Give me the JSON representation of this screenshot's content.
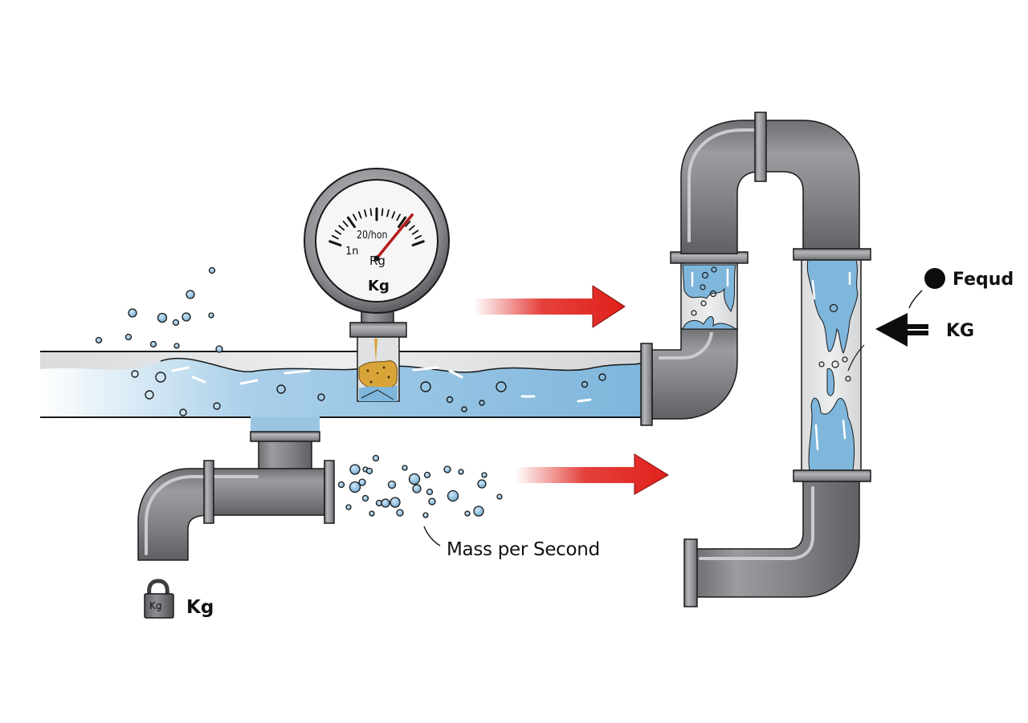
{
  "diagram": {
    "subject": "fluid flow through pipes with pressure gauge",
    "labels": {
      "mass_rate": "Mass per Second",
      "fluid_marker": "Fequd",
      "force_arrow": "KG",
      "weight_label": "Kg"
    },
    "gauge": {
      "scale_text": "20/hon",
      "left_text": "1n",
      "center_text": "Rg",
      "unit_text": "Kg",
      "needle_reading_fraction": 0.78
    },
    "weight_icon_text": "Kg",
    "icons": [
      "pressure-gauge-icon",
      "flow-arrow-icon",
      "weight-icon",
      "force-arrow-icon",
      "dot-marker-icon"
    ],
    "colors": {
      "water": "#7fb6dc",
      "pipe": "#7d7f82",
      "arrow_red": "#e0201a",
      "sediment": "#d9a437",
      "outline": "#1a1a1a"
    }
  }
}
